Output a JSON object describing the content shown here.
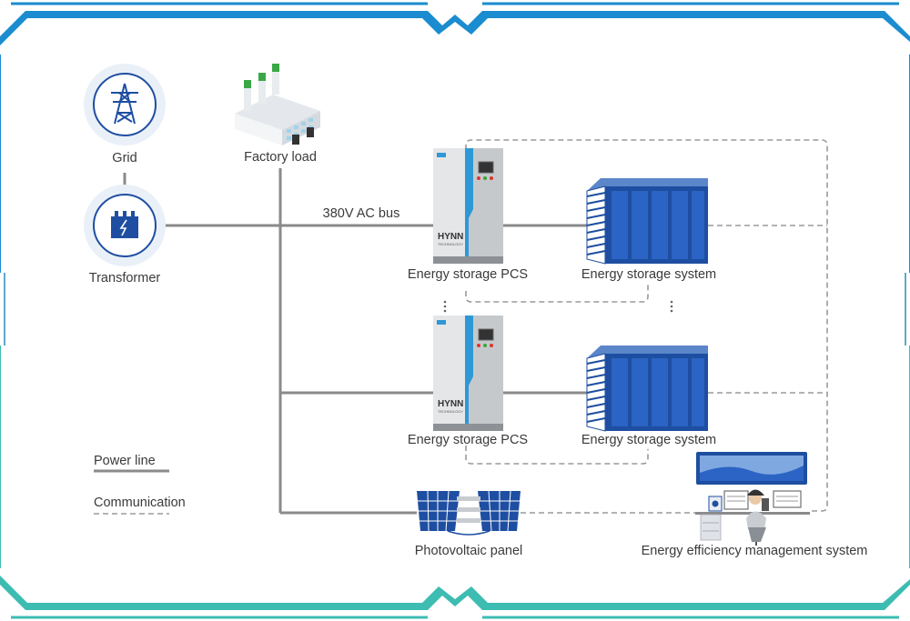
{
  "theme": {
    "frame_top": "#1a8ccf",
    "frame_bottom": "#3dbcb2",
    "equipment_blue": "#1e4ea1",
    "power_line": "#8a8a8a",
    "comm_line": "#9a9a9a",
    "pcs_stripe": "#2e98d6"
  },
  "labels": {
    "grid": "Grid",
    "transformer": "Transformer",
    "factory_load": "Factory load",
    "ac_bus": "380V AC bus",
    "pcs_1": "Energy storage PCS",
    "ess_1": "Energy storage system",
    "pcs_2": "Energy storage PCS",
    "ess_2": "Energy storage system",
    "pv": "Photovoltaic panel",
    "ems": "Energy efficiency management system"
  },
  "legend": {
    "power": "Power line",
    "comm": "Communication"
  },
  "brand": {
    "name": "HYNN",
    "sub": "TECHNOLOGY"
  },
  "icons": {
    "grid": "transmission-tower-icon",
    "transformer": "transformer-icon",
    "factory": "factory-icon",
    "pv": "solar-panel-icon",
    "ems": "operator-workstation-icon"
  }
}
